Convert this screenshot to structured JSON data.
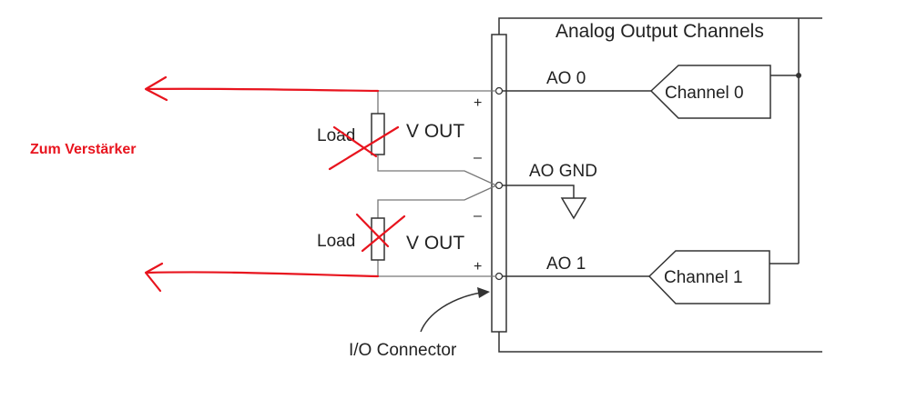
{
  "diagram": {
    "header": "Analog Output Channels",
    "ao0_label": "AO 0",
    "ao1_label": "AO 1",
    "aognd_label": "AO GND",
    "channel0_label": "Channel 0",
    "channel1_label": "Channel 1",
    "load_top_label": "Load",
    "load_bottom_label": "Load",
    "vout_top_label": "V OUT",
    "vout_bottom_label": "V OUT",
    "plus_top": "+",
    "minus_top": "–",
    "minus_bottom": "–",
    "plus_bottom": "+",
    "connector_label": "I/O Connector"
  },
  "annotation": {
    "text": "Zum Verstärker",
    "color": "#e8141e"
  },
  "colors": {
    "line": "#333333",
    "wire": "#777777",
    "annotation": "#e8141e"
  }
}
